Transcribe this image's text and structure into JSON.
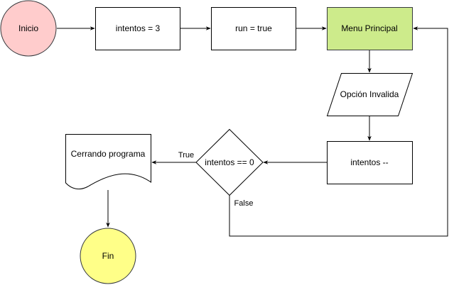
{
  "diagram": {
    "nodes": {
      "inicio": {
        "label": "Inicio",
        "shape": "ellipse",
        "fill": "#ffcccc",
        "stroke": "#36393d"
      },
      "intentos_init": {
        "label": "intentos = 3",
        "shape": "rect",
        "fill": "#ffffff",
        "stroke": "#000000"
      },
      "run_true": {
        "label": "run = true",
        "shape": "rect",
        "fill": "#ffffff",
        "stroke": "#000000"
      },
      "menu_principal": {
        "label": "Menu Principal",
        "shape": "rect",
        "fill": "#cdeb8b",
        "stroke": "#36393d"
      },
      "opcion_invalida": {
        "label": "Opción Invalida",
        "shape": "parallelogram",
        "fill": "#ffffff",
        "stroke": "#000000"
      },
      "intentos_decrement": {
        "label": "intentos --",
        "shape": "rect",
        "fill": "#ffffff",
        "stroke": "#000000"
      },
      "intentos_check": {
        "label": "intentos == 0",
        "shape": "diamond",
        "fill": "#ffffff",
        "stroke": "#000000"
      },
      "cerrando": {
        "label": "Cerrando programa",
        "shape": "document",
        "fill": "#ffffff",
        "stroke": "#000000"
      },
      "fin": {
        "label": "Fin",
        "shape": "ellipse",
        "fill": "#ffff88",
        "stroke": "#36393d"
      }
    },
    "edge_labels": {
      "true_label": "True",
      "false_label": "False"
    },
    "edges": [
      {
        "from": "inicio",
        "to": "intentos_init"
      },
      {
        "from": "intentos_init",
        "to": "run_true"
      },
      {
        "from": "run_true",
        "to": "menu_principal"
      },
      {
        "from": "menu_principal",
        "to": "opcion_invalida"
      },
      {
        "from": "opcion_invalida",
        "to": "intentos_decrement"
      },
      {
        "from": "intentos_decrement",
        "to": "intentos_check"
      },
      {
        "from": "intentos_check",
        "to": "cerrando",
        "label": "True"
      },
      {
        "from": "intentos_check",
        "to": "menu_principal",
        "label": "False"
      },
      {
        "from": "cerrando",
        "to": "fin"
      }
    ]
  }
}
